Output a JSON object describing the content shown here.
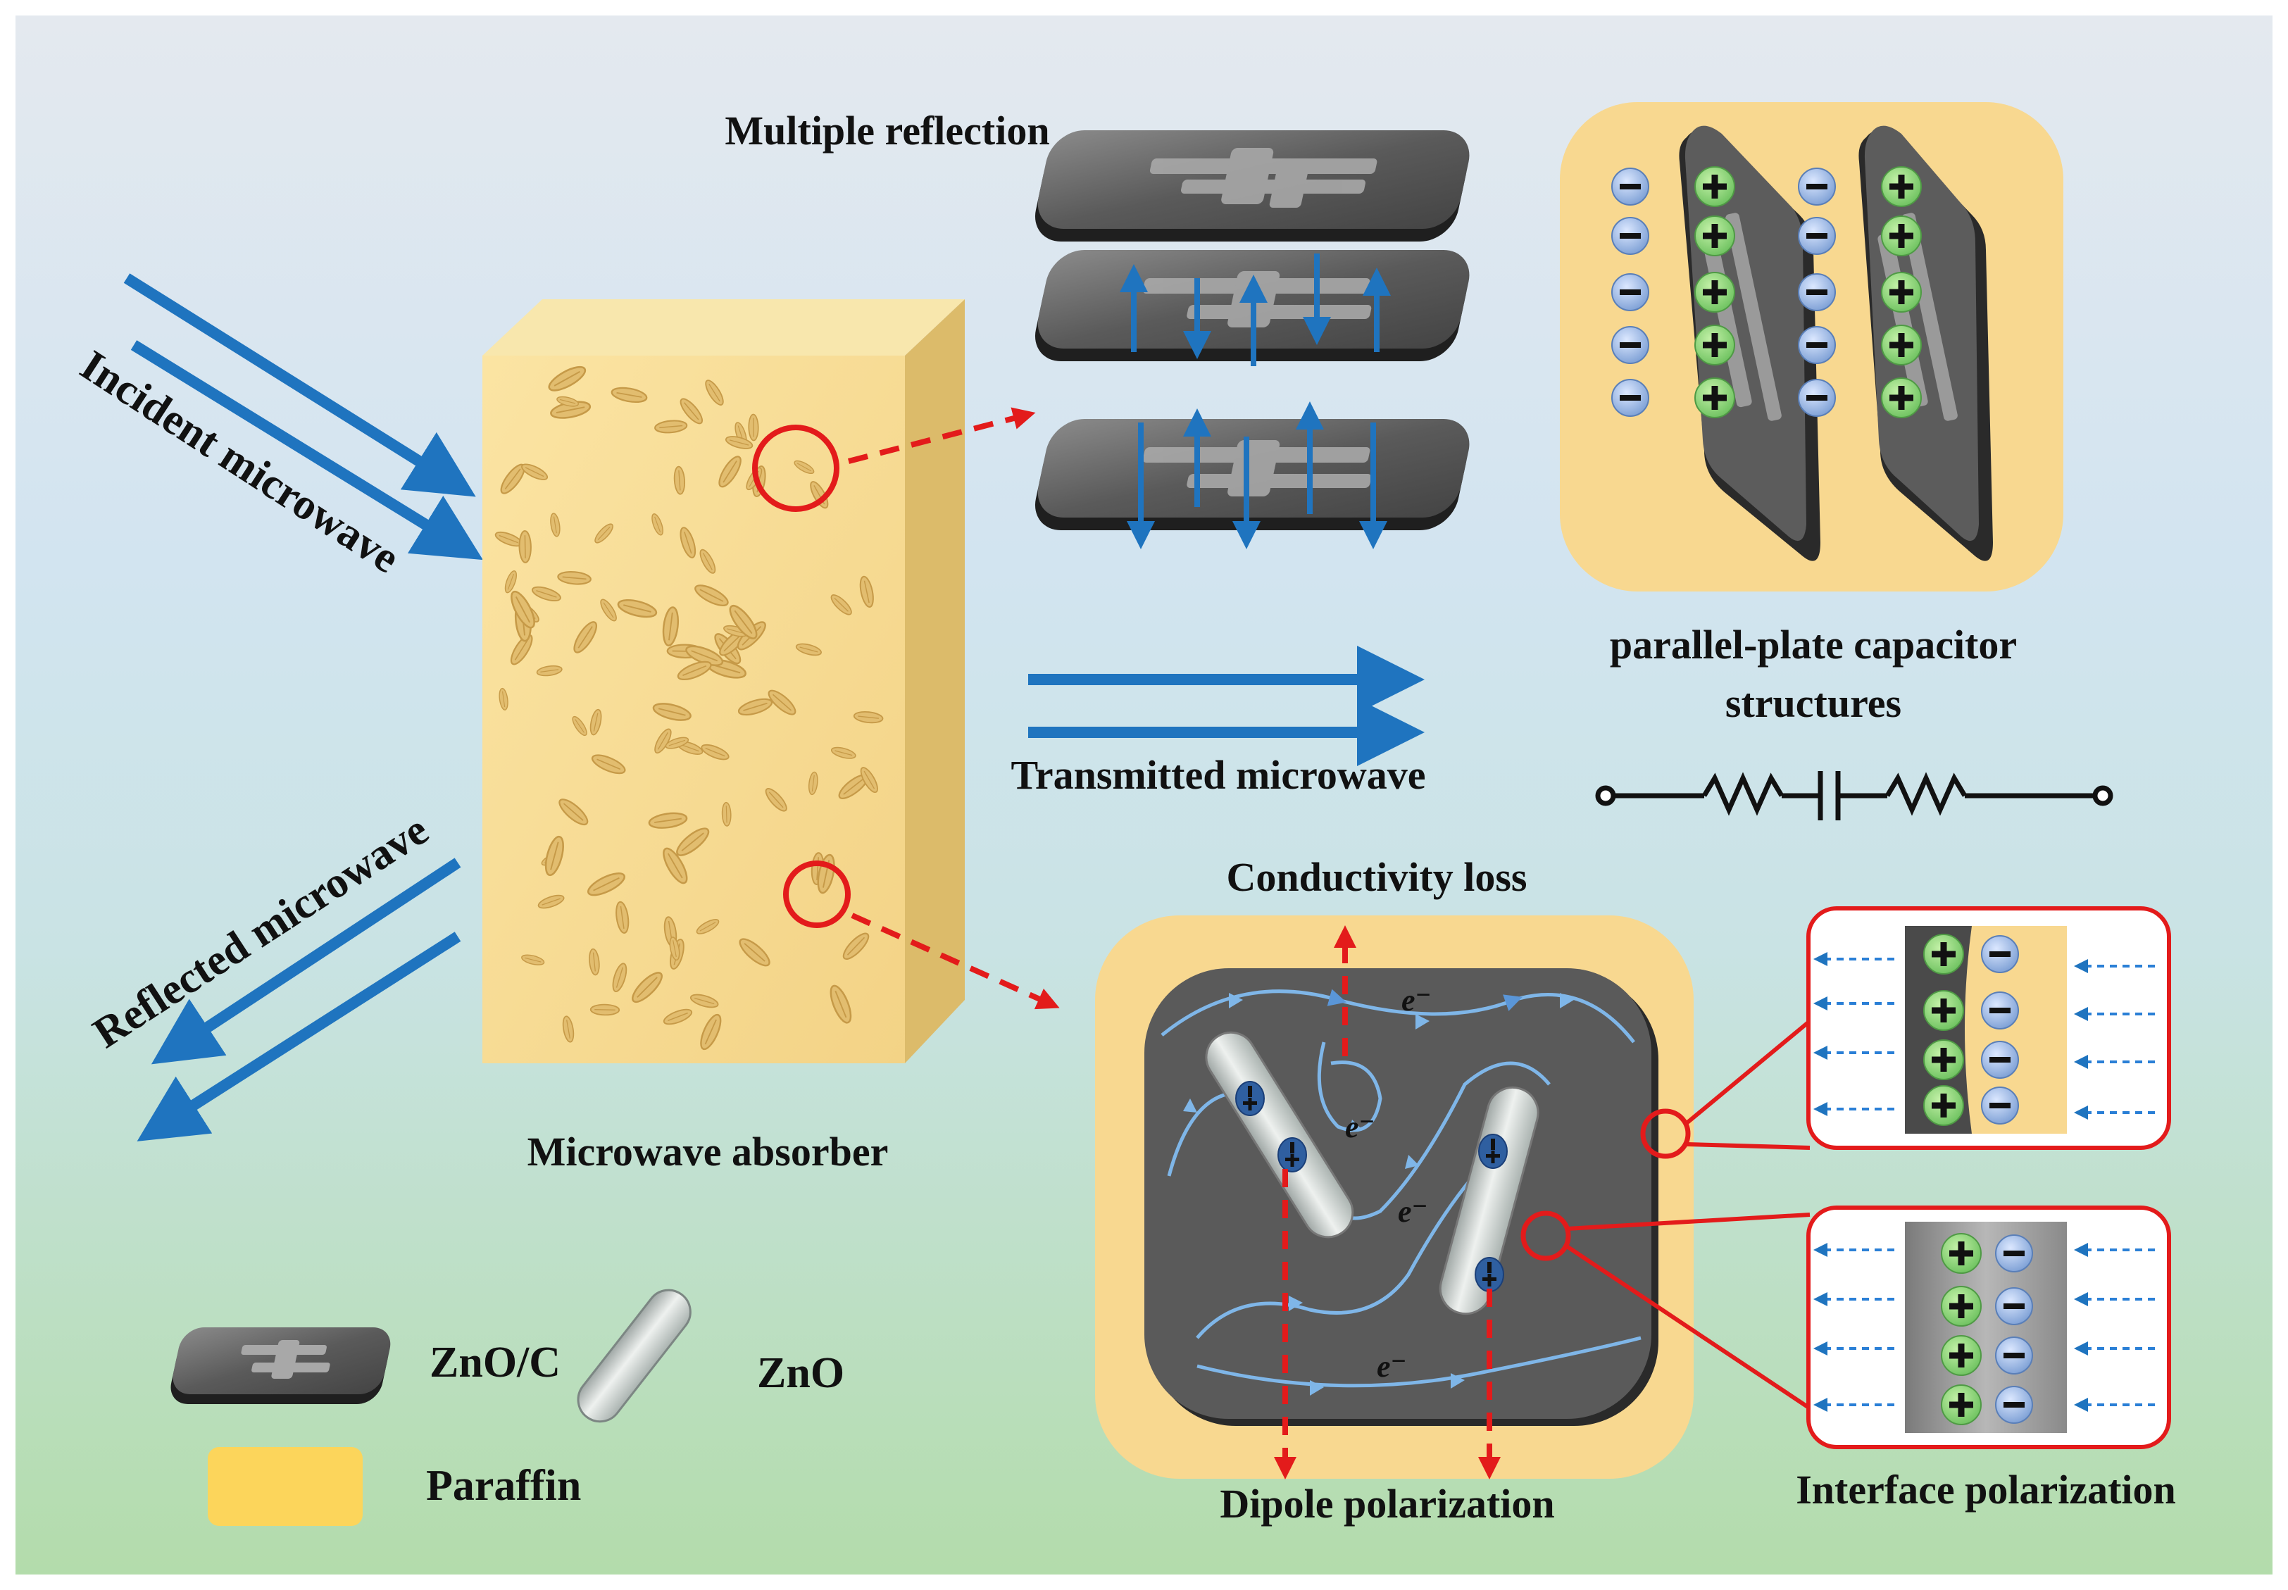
{
  "labels": {
    "incident": "Incident microwave",
    "reflected": "Reflected microwave",
    "transmitted": "Transmitted microwave",
    "absorber": "Microwave absorber",
    "multiple_reflection": "Multiple reflection",
    "capacitor_line1": "parallel-plate capacitor",
    "capacitor_line2": "structures",
    "conductivity_loss": "Conductivity loss",
    "dipole_polarization": "Dipole polarization",
    "interface_polarization": "Interface polarization",
    "electron": "e⁻"
  },
  "legend": [
    {
      "label": "ZnO/C"
    },
    {
      "label": "ZnO"
    },
    {
      "label": "Paraffin"
    }
  ],
  "colors": {
    "background_top": "#dfe7ef",
    "background_mid": "#cfe3ee",
    "background_bottom": "#b3dcab",
    "arrow_blue": "#1f74bf",
    "paraffin": "#f8d890",
    "flake_dark": "#4a4a4a",
    "highlight_red": "#e31b1b",
    "electron_yellow": "#ffff22"
  },
  "icons": [
    "positive-charge-icon",
    "negative-charge-icon",
    "resistor-icon",
    "capacitor-icon"
  ]
}
